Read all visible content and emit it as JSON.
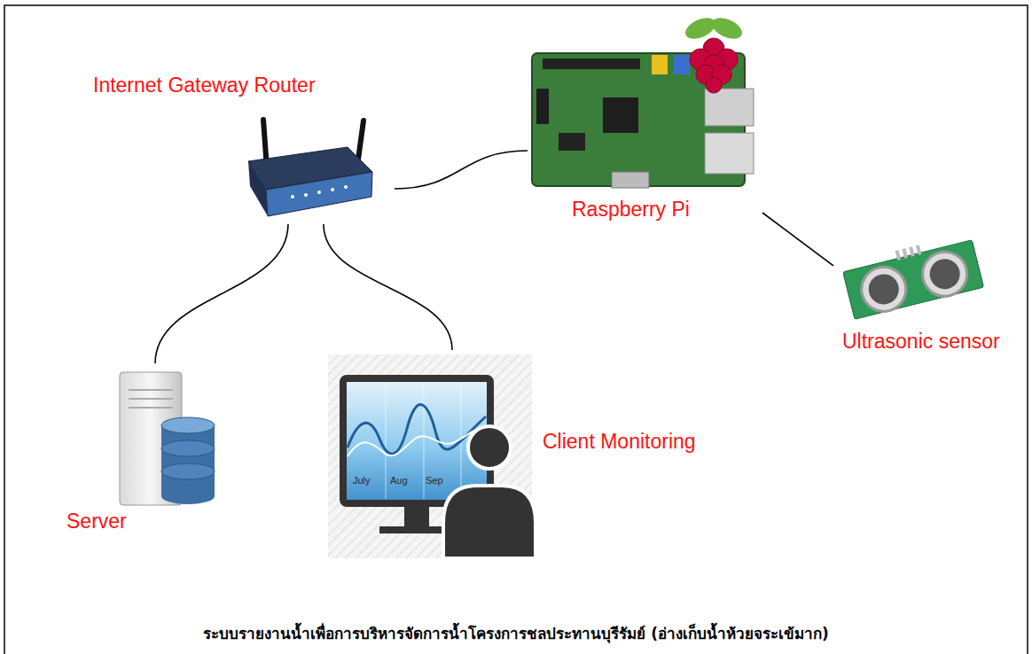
{
  "diagram": {
    "caption": "ระบบรายงานน้ำเพื่อการบริหารจัดการน้ำโครงการชลประทานบุรีรัมย์ (อ่างเก็บน้ำห้วยจระเข้มาก)",
    "nodes": [
      {
        "text": [
          "Internet Gateway Router"
        ]
      },
      {
        "text": [
          "Raspberry Pi"
        ]
      },
      {
        "text": [
          "Ultrasonic sensor"
        ]
      },
      {
        "text": [
          "Server"
        ]
      },
      {
        "text": [
          "Client Monitoring"
        ]
      }
    ],
    "edges": [
      {
        "from": 0,
        "to": 1,
        "arrow": "none"
      },
      {
        "from": 1,
        "to": 2,
        "arrow": "none"
      },
      {
        "from": 0,
        "to": 3,
        "arrow": "none"
      },
      {
        "from": 0,
        "to": 4,
        "arrow": "none"
      }
    ],
    "labels": [
      "July",
      "Aug",
      "Sep"
    ]
  }
}
